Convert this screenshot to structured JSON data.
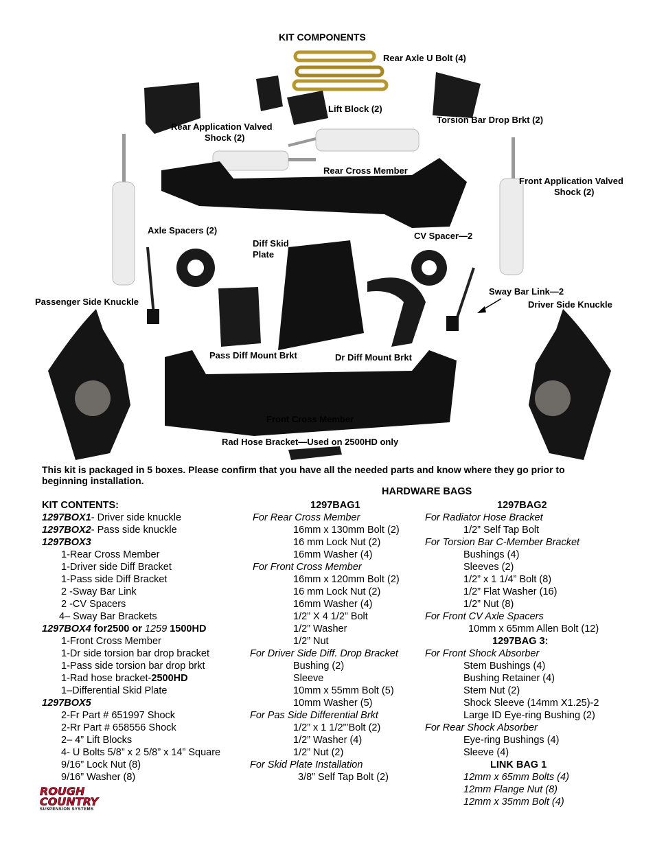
{
  "title": "KIT COMPONENTS",
  "labels": {
    "rear_u_bolt": "Rear Axle U Bolt (4)",
    "lift_block": "Lift Block (2)",
    "torsion_drop": "Torsion Bar Drop Brkt (2)",
    "rear_shock_1": "Rear Application Valved",
    "rear_shock_2": "Shock (2)",
    "rear_cross": "Rear Cross Member",
    "front_shock_1": "Front Application Valved",
    "front_shock_2": "Shock (2)",
    "axle_spacers": "Axle Spacers (2)",
    "diff_skid_1": "Diff Skid",
    "diff_skid_2": "Plate",
    "cv_spacer": "CV Spacer—2",
    "sway_link": "Sway Bar Link—2",
    "pass_knuckle": "Passenger Side Knuckle",
    "driver_knuckle": "Driver Side Knuckle",
    "pass_diff": "Pass  Diff Mount Brkt",
    "dr_diff": "Dr Diff Mount Brkt",
    "front_cross": "Front Cross Member",
    "rad_hose": "Rad Hose Bracket—Used on 2500HD only",
    "brand_1": "ROUGH",
    "brand_2": "COUNTRY",
    "brand_tag": "SUSPENSION SYSTEMS"
  },
  "intro": "This kit is packaged in 5 boxes.  Please confirm that you have all the needed parts and know where they go prior to beginning installation.",
  "hardware_bags_title": "HARDWARE BAGS",
  "kit_contents": {
    "title": "KIT CONTENTS:",
    "box1_name": "1297BOX1",
    "box1_desc": "- Driver side knuckle",
    "box2_name": "1297BOX2",
    "box2_desc": "- Pass side knuckle",
    "box3_name": "1297BOX3",
    "box3_items": [
      "1-Rear Cross Member",
      "1-Driver side Diff Bracket",
      "1-Pass side Diff Bracket",
      "2 -Sway Bar Link",
      "2 -CV Spacers",
      "4– Sway Bar Brackets"
    ],
    "box4_name": "1297BOX4",
    "box4_for": " for2500 or ",
    "box4_alt": "1259",
    "box4_hd": " 1500HD",
    "box4_items": [
      "1-Front Cross Member",
      "1-Dr side torsion bar drop bracket",
      "1-Pass side torsion bar drop brkt"
    ],
    "box4_rad": "1-Rad hose bracket-",
    "box4_rad_b": "2500HD",
    "box4_skid": "1–Differential Skid Plate",
    "box5_name": "1297BOX5",
    "box5_items": [
      "2-Fr Part # 651997 Shock",
      "2-Rr Part # 658556 Shock",
      "2– 4” Lift Blocks",
      "4- U Bolts 5/8” x 2 5/8” x 14” Square",
      "9/16” Lock Nut (8)",
      "9/16” Washer (8)"
    ]
  },
  "bag1": {
    "title": "1297BAG1",
    "s1": "For Rear Cross Member",
    "s1_items": [
      "16mm x 130mm Bolt (2)",
      "16 mm Lock Nut (2)",
      "16mm Washer (4)"
    ],
    "s2": "For Front Cross Member",
    "s2_items": [
      "16mm x 120mm Bolt (2)",
      "16 mm Lock Nut (2)",
      "16mm Washer (4)",
      "1/2” X  4 1/2” Bolt",
      "1/2” Washer",
      "1/2” Nut"
    ],
    "s3": "For Driver Side Diff. Drop Bracket",
    "s3_items": [
      "Bushing (2)",
      "Sleeve",
      "10mm x 55mm Bolt (5)",
      "10mm Washer (5)"
    ],
    "s4": "For Pas Side Differential Brkt",
    "s4_items": [
      "1/2” x 1 1/2”’Bolt (2)",
      "1/2” Washer (4)",
      "1/2” Nut (2)"
    ],
    "s5": "For Skid Plate Installation",
    "s5_items": [
      "3/8” Self Tap Bolt (2)"
    ]
  },
  "bag2": {
    "title": "1297BAG2",
    "s1": "For Radiator Hose Bracket",
    "s1_items": [
      "1/2” Self Tap Bolt"
    ],
    "s2": "For Torsion Bar C-Member Bracket",
    "s2_items": [
      "Bushings (4)",
      "Sleeves (2)",
      "1/2” x 1 1/4” Bolt (8)",
      "1/2” Flat Washer (16)",
      "1/2” Nut (8)"
    ],
    "s3": "For Front CV Axle Spacers",
    "s3_items": [
      "10mm x 65mm Allen Bolt (12)"
    ]
  },
  "bag3": {
    "title": "1297BAG 3:",
    "s1": "For Front Shock Absorber",
    "s1_items": [
      "Stem Bushings (4)",
      "Bushing Retainer (4)",
      "Stem Nut (2)",
      "Shock Sleeve (14mm X1.25)-2",
      "Large ID Eye-ring Bushing (2)"
    ],
    "s2": "For Rear Shock Absorber",
    "s2_items": [
      "Eye-ring Bushings (4)",
      "Sleeve (4)"
    ]
  },
  "link_bag": {
    "title": "LINK BAG 1",
    "items": [
      "12mm x 65mm Bolts (4)",
      "12mm Flange Nut (8)",
      "12mm x 35mm Bolt (4)"
    ]
  },
  "colors": {
    "metal": "#1a1a1a",
    "shock": "#e9e9e9",
    "accent": "#c8102e",
    "gold": "#b8962e"
  }
}
